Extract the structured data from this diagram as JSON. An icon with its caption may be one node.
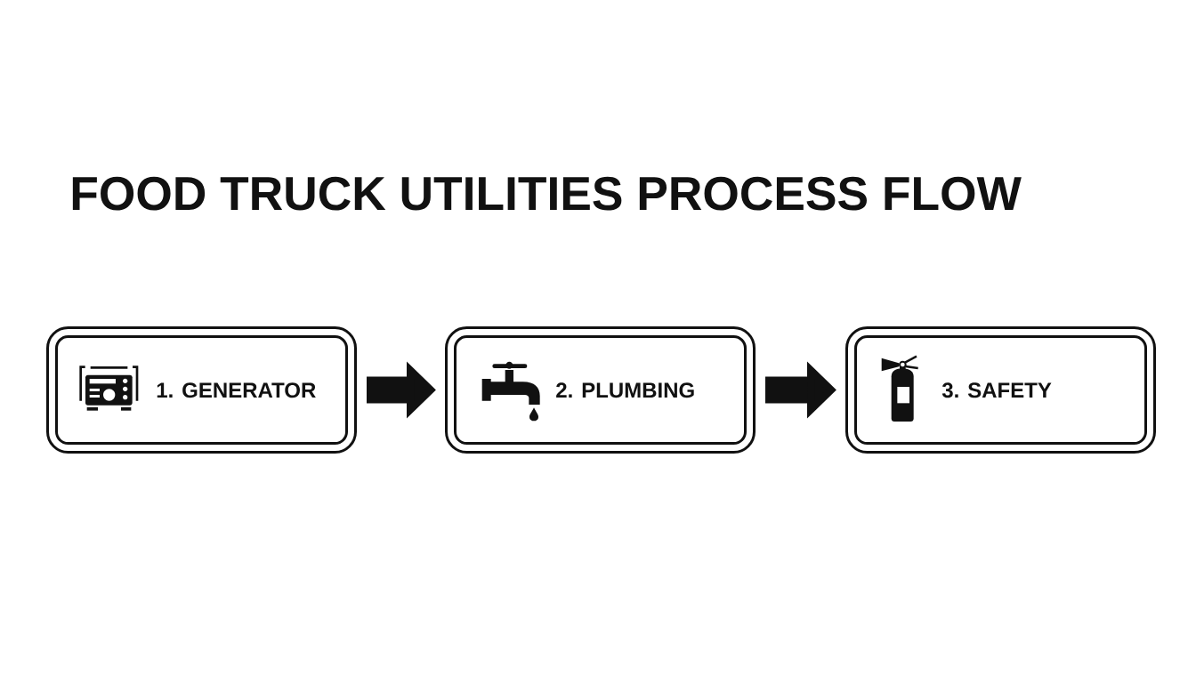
{
  "diagram": {
    "title": "FOOD TRUCK UTILITIES PROCESS FLOW",
    "nodes": [
      {
        "text": [
          "1. GENERATOR"
        ]
      },
      {
        "text": [
          "2. PLUMBING"
        ]
      },
      {
        "text": [
          "3. SAFETY"
        ]
      }
    ],
    "edges": [
      {
        "from": 0,
        "to": 1,
        "arrow": "to"
      },
      {
        "from": 1,
        "to": 2,
        "arrow": "to"
      }
    ]
  }
}
